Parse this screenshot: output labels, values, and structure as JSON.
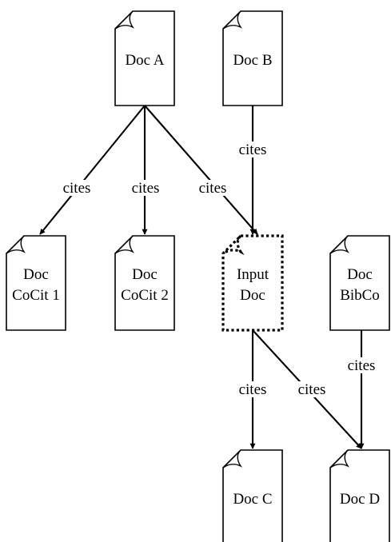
{
  "diagram": {
    "nodes": [
      {
        "id": "doc-a",
        "lines": [
          "Doc A"
        ],
        "style": "solid"
      },
      {
        "id": "doc-b",
        "lines": [
          "Doc B"
        ],
        "style": "solid"
      },
      {
        "id": "doc-cocit-1",
        "lines": [
          "Doc",
          "CoCit 1"
        ],
        "style": "solid"
      },
      {
        "id": "doc-cocit-2",
        "lines": [
          "Doc",
          "CoCit 2"
        ],
        "style": "solid"
      },
      {
        "id": "input-doc",
        "lines": [
          "Input",
          "Doc"
        ],
        "style": "dotted"
      },
      {
        "id": "doc-bibco",
        "lines": [
          "Doc",
          "BibCo"
        ],
        "style": "solid"
      },
      {
        "id": "doc-c",
        "lines": [
          "Doc C"
        ],
        "style": "solid"
      },
      {
        "id": "doc-d",
        "lines": [
          "Doc D"
        ],
        "style": "solid"
      }
    ],
    "edges": [
      {
        "from": "doc-a",
        "to": "doc-cocit-1",
        "label": "cites"
      },
      {
        "from": "doc-a",
        "to": "doc-cocit-2",
        "label": "cites"
      },
      {
        "from": "doc-a",
        "to": "input-doc",
        "label": "cites"
      },
      {
        "from": "doc-b",
        "to": "input-doc",
        "label": "cites"
      },
      {
        "from": "input-doc",
        "to": "doc-c",
        "label": "cites"
      },
      {
        "from": "input-doc",
        "to": "doc-d",
        "label": "cites"
      },
      {
        "from": "doc-bibco",
        "to": "doc-d",
        "label": "cites"
      }
    ]
  }
}
